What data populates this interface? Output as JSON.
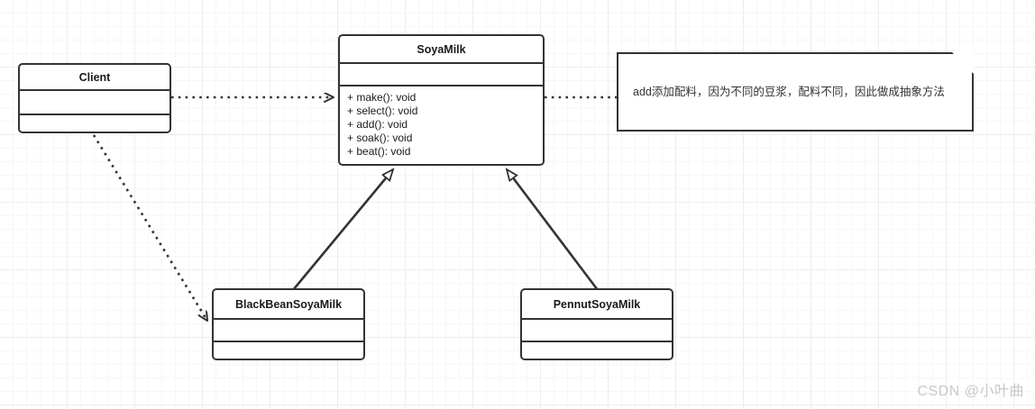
{
  "diagram": {
    "title": "SoyaMilk UML class diagram",
    "background": "#ffffff",
    "grid_color": "#ededed",
    "line_color": "#333333"
  },
  "classes": {
    "client": {
      "name": "Client",
      "attributes": [],
      "methods": []
    },
    "soyamilk": {
      "name": "SoyaMilk",
      "attributes": [],
      "methods": [
        "+ make(): void",
        "+ select(): void",
        "+ add(): void",
        "+ soak(): void",
        "+ beat(): void"
      ]
    },
    "blackbean": {
      "name": "BlackBeanSoyaMilk",
      "attributes": [],
      "methods": []
    },
    "pennut": {
      "name": "PennutSoyaMilk",
      "attributes": [],
      "methods": []
    }
  },
  "note": {
    "text": "add添加配料，因为不同的豆浆，配料不同，因此做成抽象方法"
  },
  "relations": [
    {
      "name": "client-to-soyamilk",
      "type": "dependency",
      "from": "Client",
      "to": "SoyaMilk",
      "style": "dotted",
      "arrow": "open"
    },
    {
      "name": "client-to-blackbean",
      "type": "dependency",
      "from": "Client",
      "to": "BlackBeanSoyaMilk",
      "style": "dotted",
      "arrow": "open"
    },
    {
      "name": "blackbean-to-soyamilk",
      "type": "generalization",
      "from": "BlackBeanSoyaMilk",
      "to": "SoyaMilk",
      "style": "solid",
      "arrow": "hollow-triangle"
    },
    {
      "name": "pennut-to-soyamilk",
      "type": "generalization",
      "from": "PennutSoyaMilk",
      "to": "SoyaMilk",
      "style": "solid",
      "arrow": "hollow-triangle"
    },
    {
      "name": "soyamilk-to-note",
      "type": "note-anchor",
      "from": "SoyaMilk",
      "to": "note",
      "style": "dotted",
      "arrow": "none"
    }
  ],
  "watermark": {
    "text": "CSDN @小叶曲"
  }
}
